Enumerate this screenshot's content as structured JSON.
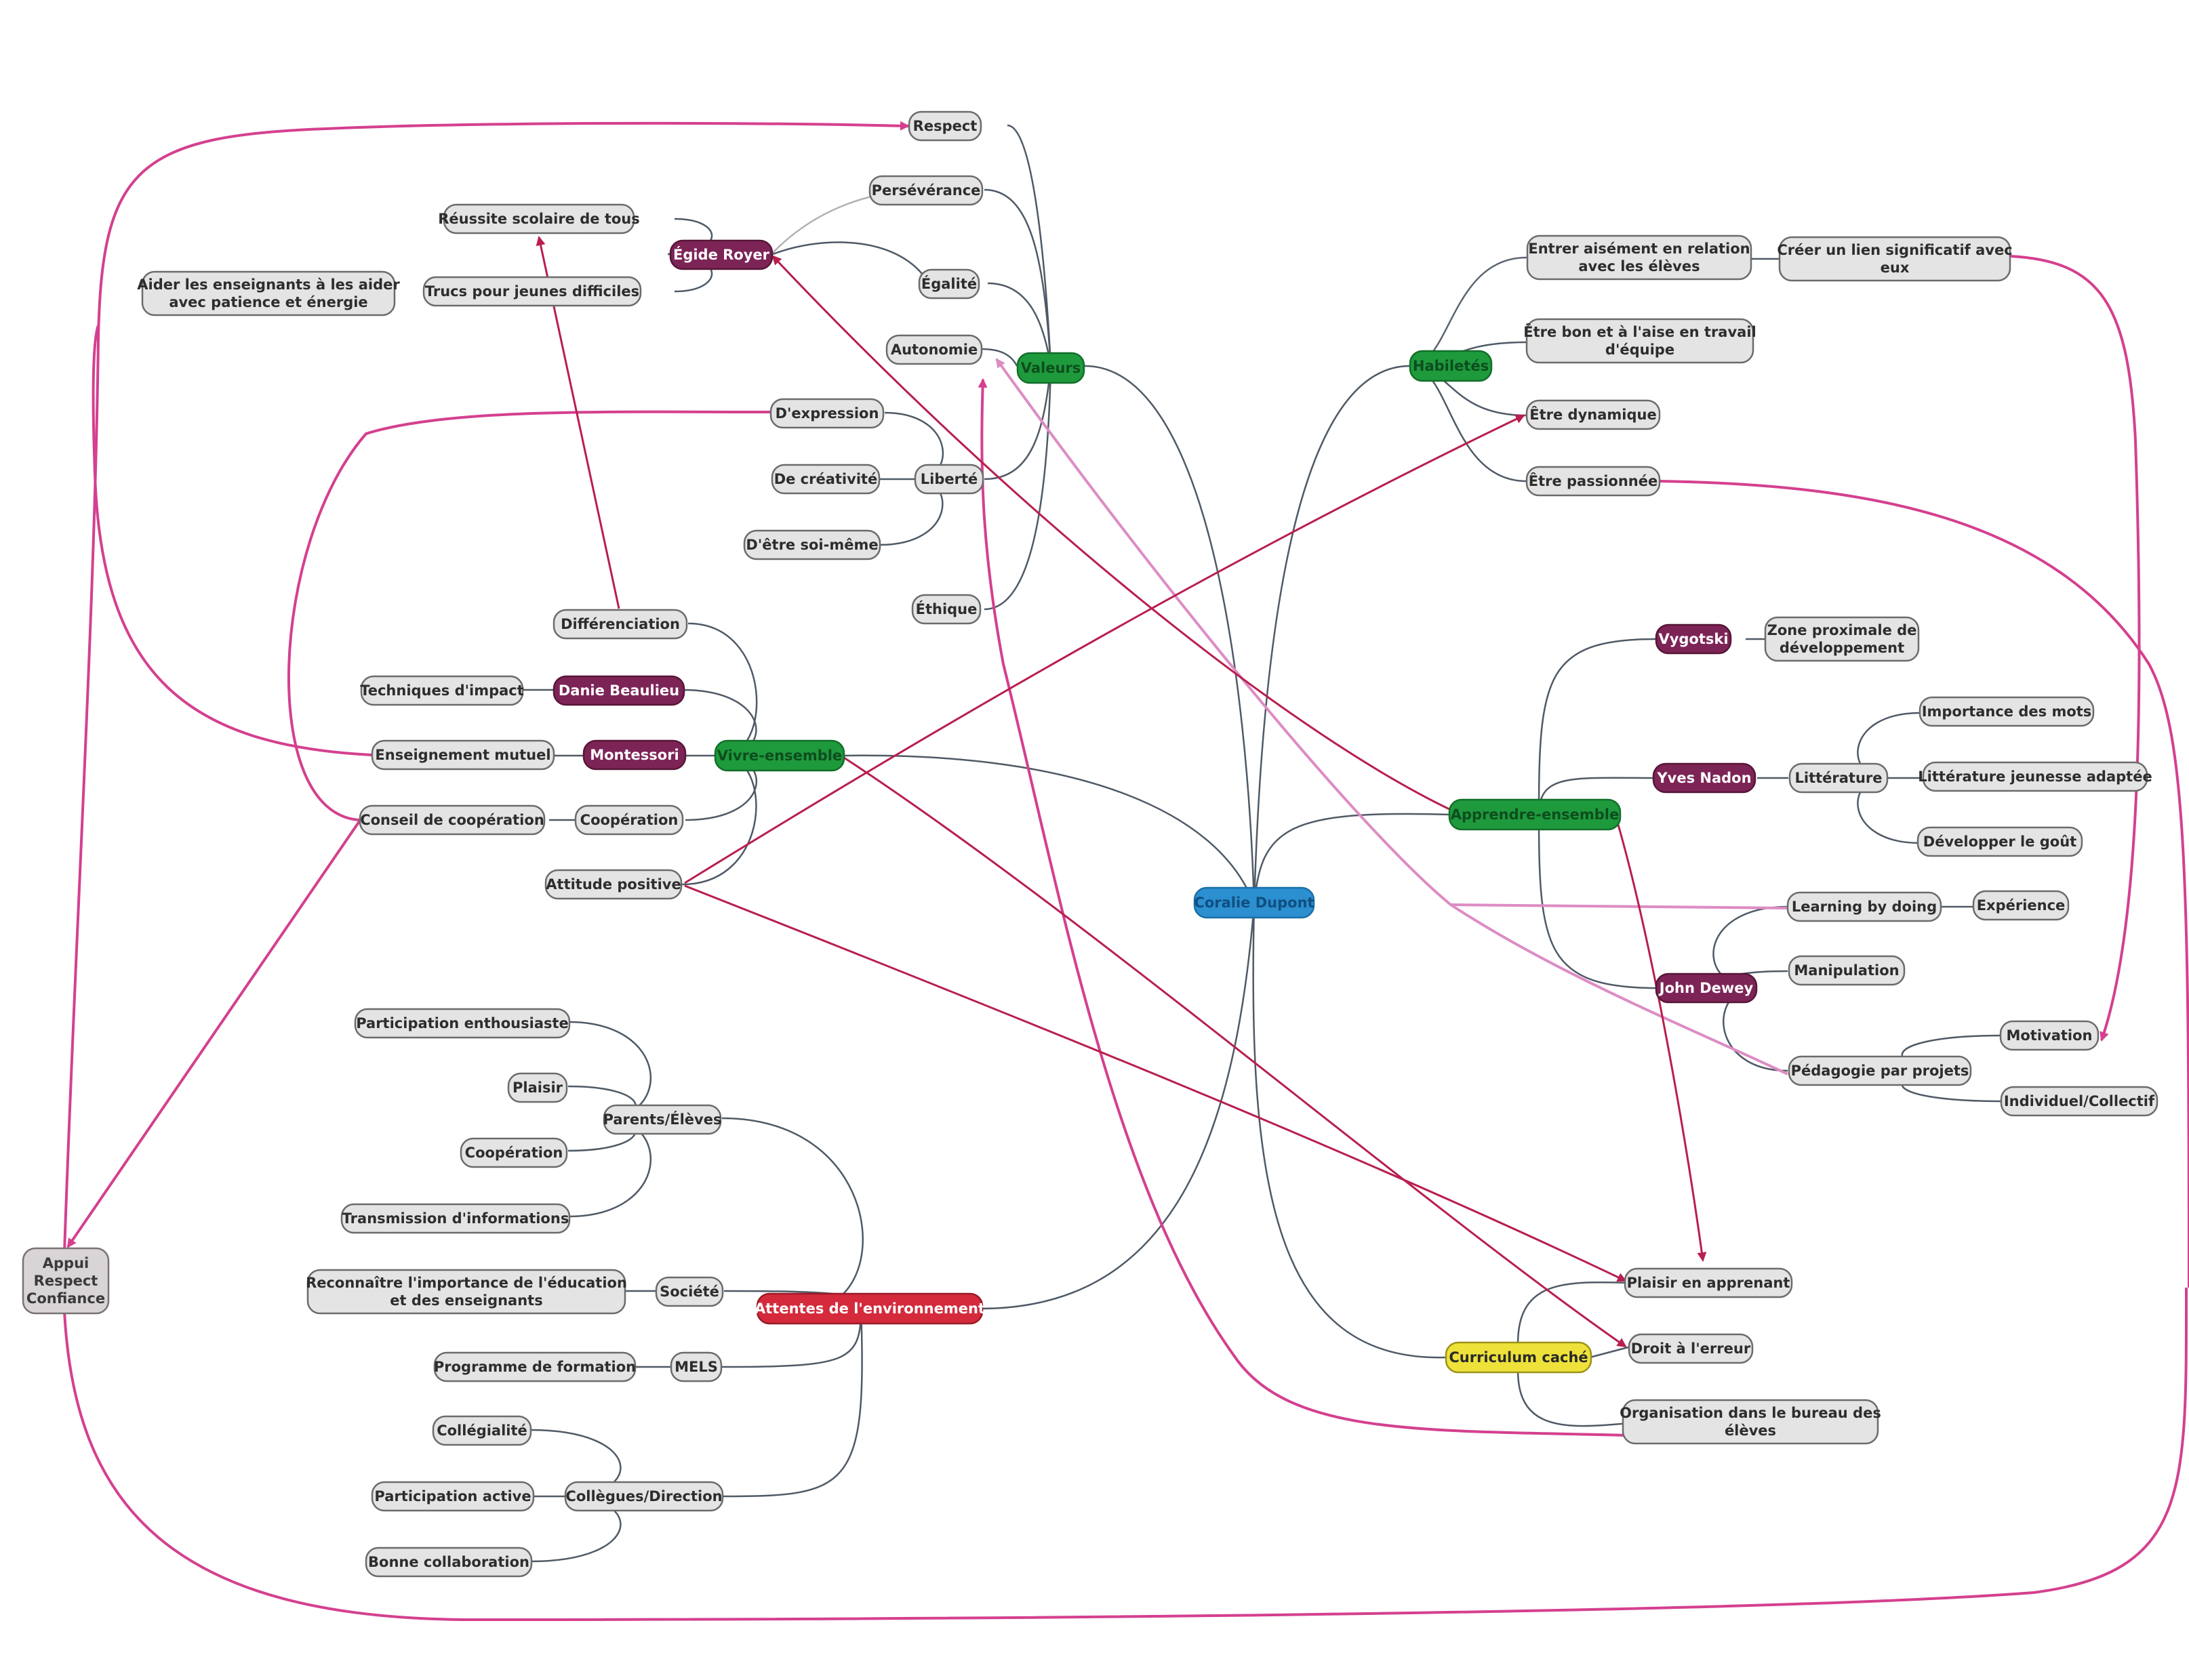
{
  "colors": {
    "root": "#2b8fd0",
    "branch_green": "#1e9a3c",
    "person_purple": "#7d2457",
    "environment_red": "#d42a3c",
    "curriculum_yellow": "#eee23a",
    "leaf_fill": "#e4e4e4",
    "leaf_stroke": "#6b6b6b",
    "tree_line": "#4f5a66",
    "link_magenta": "#d4408f",
    "link_pink": "#dd8cc4",
    "link_crimson": "#b81f4e"
  },
  "nodes": [
    {
      "id": "root",
      "label": "Coralie Dupont",
      "style": "root"
    },
    {
      "id": "valeurs",
      "label": "Valeurs",
      "style": "green"
    },
    {
      "id": "respect",
      "label": "Respect",
      "style": "leaf"
    },
    {
      "id": "perseverance",
      "label": "Persévérance",
      "style": "leaf"
    },
    {
      "id": "egalite",
      "label": "Égalité",
      "style": "leaf"
    },
    {
      "id": "autonomie",
      "label": "Autonomie",
      "style": "leaf"
    },
    {
      "id": "liberte",
      "label": "Liberté",
      "style": "leaf"
    },
    {
      "id": "expression",
      "label": "D'expression",
      "style": "leaf"
    },
    {
      "id": "creativite",
      "label": "De créativité",
      "style": "leaf"
    },
    {
      "id": "soimeme",
      "label": "D'être soi-même",
      "style": "leaf"
    },
    {
      "id": "ethique",
      "label": "Éthique",
      "style": "leaf"
    },
    {
      "id": "egide",
      "label": "Égide Royer",
      "style": "purple"
    },
    {
      "id": "reussite",
      "label": "Réussite scolaire de tous",
      "style": "leaf"
    },
    {
      "id": "trucs",
      "label": "Trucs pour jeunes difficiles",
      "style": "leaf"
    },
    {
      "id": "aider",
      "label": [
        "Aider les enseignants à les aider",
        "avec patience et énergie"
      ],
      "style": "leaf"
    },
    {
      "id": "vivre",
      "label": "Vivre-ensemble",
      "style": "green"
    },
    {
      "id": "differenciation",
      "label": "Différenciation",
      "style": "leaf"
    },
    {
      "id": "danie",
      "label": "Danie Beaulieu",
      "style": "purple"
    },
    {
      "id": "techniques",
      "label": "Techniques d'impact",
      "style": "leaf"
    },
    {
      "id": "montessori",
      "label": "Montessori",
      "style": "purple"
    },
    {
      "id": "enseignement",
      "label": "Enseignement mutuel",
      "style": "leaf"
    },
    {
      "id": "cooperation1",
      "label": "Coopération",
      "style": "leaf"
    },
    {
      "id": "conseil",
      "label": "Conseil de coopération",
      "style": "leaf"
    },
    {
      "id": "attitude",
      "label": "Attitude positive",
      "style": "leaf"
    },
    {
      "id": "appui",
      "label": [
        "Appui",
        "Respect",
        "Confiance"
      ],
      "style": "gray"
    },
    {
      "id": "attentes",
      "label": "Attentes de l'environnement",
      "style": "red"
    },
    {
      "id": "parents",
      "label": "Parents/Élèves",
      "style": "leaf"
    },
    {
      "id": "participation",
      "label": "Participation enthousiaste",
      "style": "leaf"
    },
    {
      "id": "plaisir",
      "label": "Plaisir",
      "style": "leaf"
    },
    {
      "id": "cooperation2",
      "label": "Coopération",
      "style": "leaf"
    },
    {
      "id": "transmission",
      "label": "Transmission d'informations",
      "style": "leaf"
    },
    {
      "id": "societe",
      "label": "Société",
      "style": "leaf"
    },
    {
      "id": "reconnaitre",
      "label": [
        "Reconnaître l'importance de l'éducation",
        "et des enseignants"
      ],
      "style": "leaf"
    },
    {
      "id": "mels",
      "label": "MELS",
      "style": "leaf"
    },
    {
      "id": "programme",
      "label": "Programme de formation",
      "style": "leaf"
    },
    {
      "id": "collegues",
      "label": "Collègues/Direction",
      "style": "leaf"
    },
    {
      "id": "collegialite",
      "label": "Collégialité",
      "style": "leaf"
    },
    {
      "id": "partactive",
      "label": "Participation active",
      "style": "leaf"
    },
    {
      "id": "bonne",
      "label": "Bonne collaboration",
      "style": "leaf"
    },
    {
      "id": "habiletes",
      "label": "Habiletés",
      "style": "green"
    },
    {
      "id": "entrer",
      "label": [
        "Entrer aisément en relation",
        "avec les élèves"
      ],
      "style": "leaf"
    },
    {
      "id": "creer",
      "label": [
        "Créer un lien significatif avec",
        "eux"
      ],
      "style": "leaf"
    },
    {
      "id": "bon",
      "label": [
        "Être bon et à l'aise en travail",
        "d'équipe"
      ],
      "style": "leaf"
    },
    {
      "id": "dynamique",
      "label": "Être dynamique",
      "style": "leaf"
    },
    {
      "id": "passionnee",
      "label": "Être passionnée",
      "style": "leaf"
    },
    {
      "id": "apprendre",
      "label": "Apprendre-ensemble",
      "style": "green"
    },
    {
      "id": "vygotski",
      "label": "Vygotski",
      "style": "purple"
    },
    {
      "id": "zone",
      "label": [
        "Zone proximale de",
        "développement"
      ],
      "style": "leaf"
    },
    {
      "id": "yves",
      "label": "Yves Nadon",
      "style": "purple"
    },
    {
      "id": "litterature",
      "label": "Littérature",
      "style": "leaf"
    },
    {
      "id": "importance",
      "label": "Importance des mots",
      "style": "leaf"
    },
    {
      "id": "litjeunesse",
      "label": "Littérature jeunesse adaptée",
      "style": "leaf"
    },
    {
      "id": "developper",
      "label": "Développer le goût",
      "style": "leaf"
    },
    {
      "id": "dewey",
      "label": "John Dewey",
      "style": "purple"
    },
    {
      "id": "learning",
      "label": "Learning by doing",
      "style": "leaf"
    },
    {
      "id": "experience",
      "label": "Expérience",
      "style": "leaf"
    },
    {
      "id": "manipulation",
      "label": "Manipulation",
      "style": "leaf"
    },
    {
      "id": "pedagogie",
      "label": "Pédagogie par projets",
      "style": "leaf"
    },
    {
      "id": "motivation",
      "label": "Motivation",
      "style": "leaf"
    },
    {
      "id": "individuel",
      "label": "Individuel/Collectif",
      "style": "leaf"
    },
    {
      "id": "curriculum",
      "label": "Curriculum caché",
      "style": "yellow"
    },
    {
      "id": "plaisirapp",
      "label": "Plaisir en apprenant",
      "style": "leaf"
    },
    {
      "id": "droit",
      "label": "Droit à l'erreur",
      "style": "leaf"
    },
    {
      "id": "organisation",
      "label": [
        "Organisation dans le bureau des",
        "élèves"
      ],
      "style": "leaf"
    }
  ]
}
